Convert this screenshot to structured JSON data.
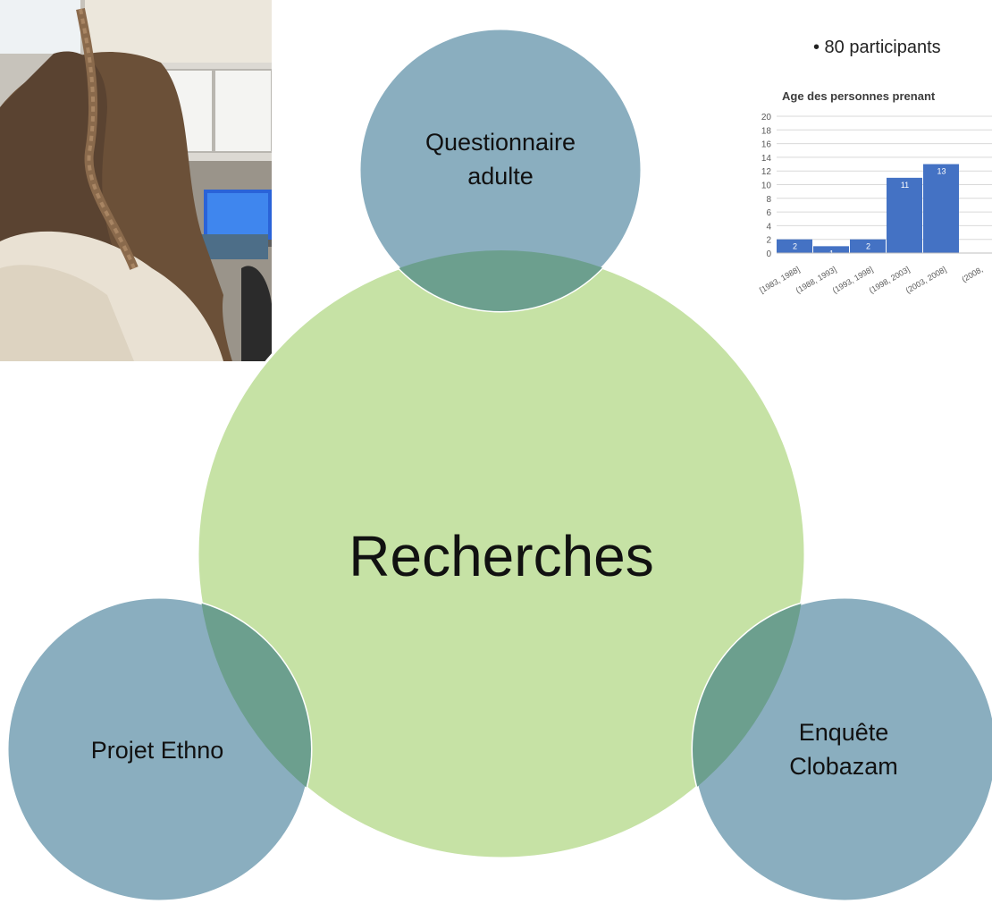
{
  "diagram": {
    "center_label": "Recherches",
    "top_label_line1": "Questionnaire",
    "top_label_line2": "adulte",
    "left_label": "Projet Ethno",
    "right_label_line1": "Enquête",
    "right_label_line2": "Clobazam",
    "colors": {
      "center_fill": "#c6e2a5",
      "satellite_fill": "#8aaebf",
      "overlap_fill": "#6c9f8e",
      "stroke": "#ffffff"
    }
  },
  "photo": {
    "icon": "photo-of-student-in-classroom"
  },
  "slide": {
    "bullet": "• 80 participants"
  },
  "chart_data": {
    "type": "bar",
    "title": "Age des personnes prenant",
    "categories": [
      "[1983, 1988]",
      "(1988, 1993]",
      "(1993, 1998]",
      "(1998, 2003]",
      "(2003, 2008]",
      "(2008, "
    ],
    "values": [
      2,
      1,
      2,
      11,
      13,
      null
    ],
    "ylim": [
      0,
      20
    ],
    "yticks": [
      "0",
      "2",
      "4",
      "6",
      "8",
      "10",
      "12",
      "14",
      "16",
      "18",
      "20"
    ],
    "bar_color": "#4472c4",
    "grid": true
  }
}
